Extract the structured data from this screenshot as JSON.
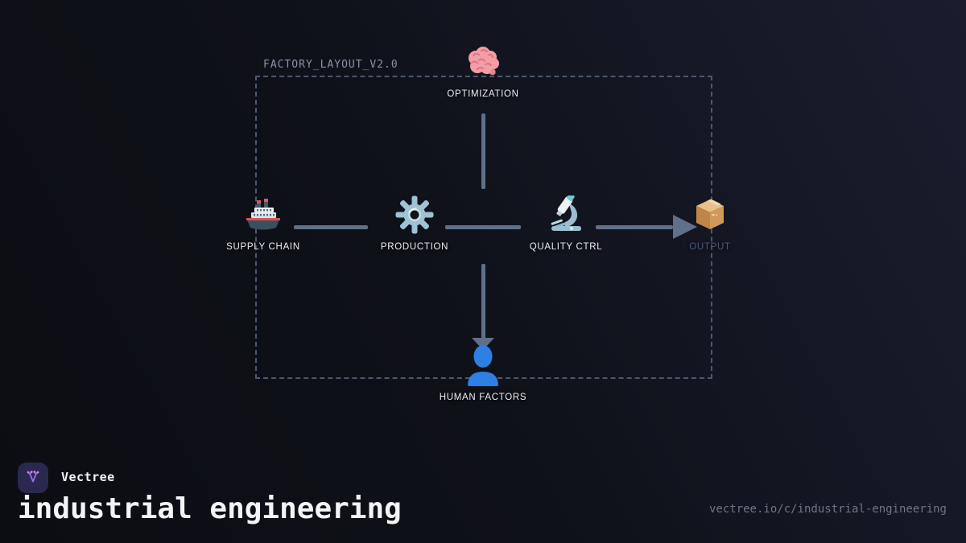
{
  "diagram": {
    "caption": "FACTORY_LAYOUT_V2.0",
    "nodes": [
      {
        "id": "optimization",
        "label": "OPTIMIZATION",
        "icon": "brain-icon"
      },
      {
        "id": "supply-chain",
        "label": "SUPPLY CHAIN",
        "icon": "ship-icon"
      },
      {
        "id": "production",
        "label": "PRODUCTION",
        "icon": "gear-icon"
      },
      {
        "id": "quality-ctrl",
        "label": "QUALITY CTRL",
        "icon": "microscope-icon"
      },
      {
        "id": "output",
        "label": "OUTPUT",
        "icon": "package-icon"
      },
      {
        "id": "human-factors",
        "label": "HUMAN FACTORS",
        "icon": "person-silhouette-icon"
      }
    ]
  },
  "footer": {
    "brand": "Vectree",
    "title": "industrial engineering",
    "url": "vectree.io/c/industrial-engineering"
  },
  "colors": {
    "background_dark": "#0c0d13",
    "background_light": "#1a1d2e",
    "connector": "#5f7089",
    "frame_dash": "#4b5870",
    "label": "#eef0f4",
    "label_dim": "#4e5d78",
    "caption": "#8a94a6",
    "accent_purple": "#9d6cf0",
    "logo_bg": "#2b2850",
    "person_blue": "#2e7fe4",
    "url_gray": "#6e7684"
  }
}
